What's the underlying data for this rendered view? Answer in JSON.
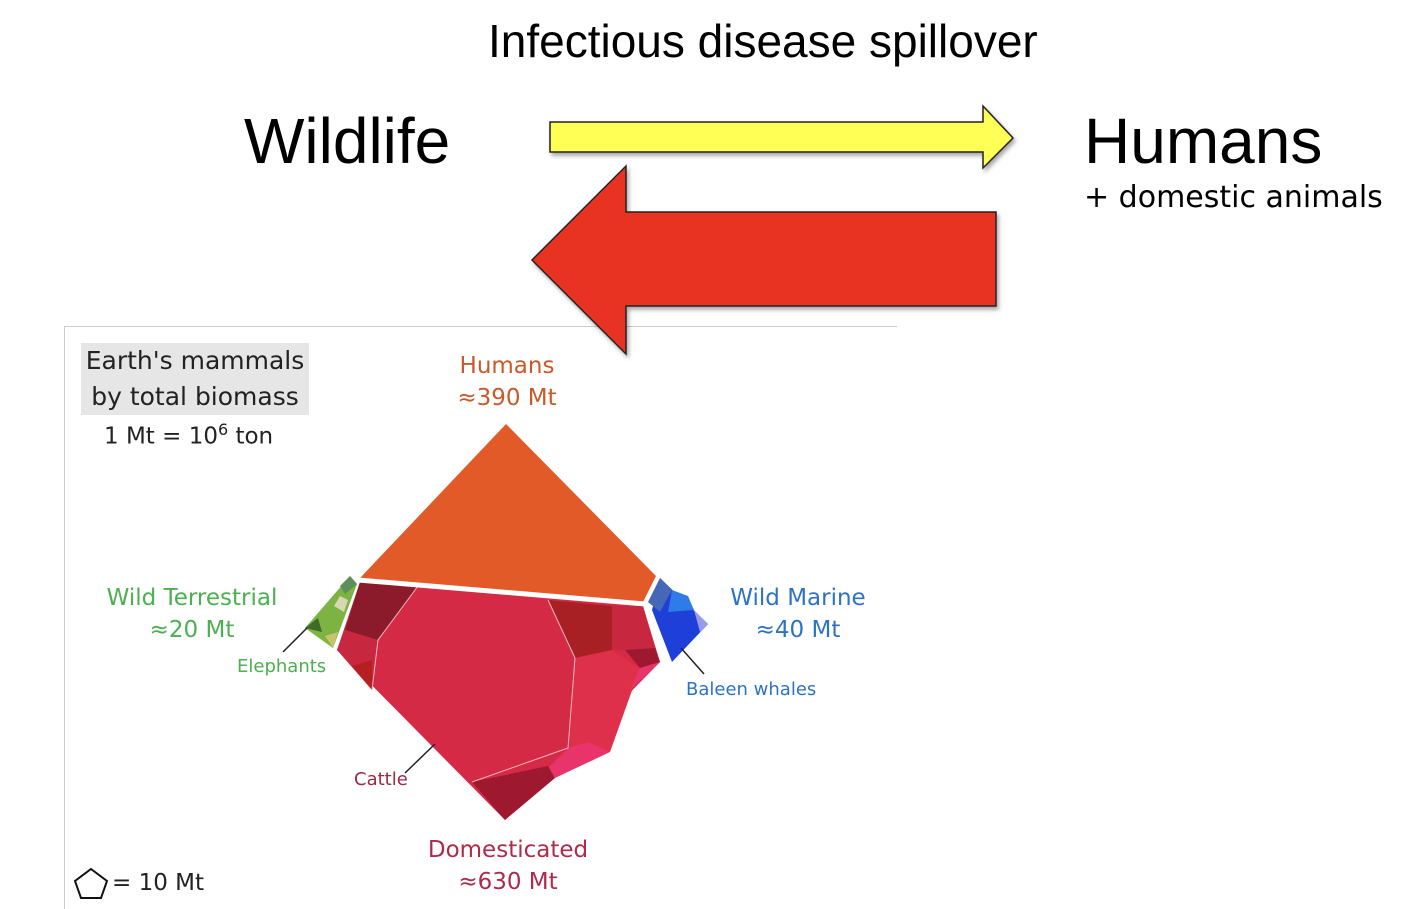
{
  "header": {
    "title": "Infectious disease spillover",
    "left_label": "Wildlife",
    "right_label": "Humans",
    "right_sublabel": "+ domestic animals"
  },
  "arrows": [
    {
      "direction": "right",
      "from": "Wildlife",
      "to": "Humans",
      "color": "#FFFF55",
      "size": "thin"
    },
    {
      "direction": "left",
      "from": "Humans",
      "to": "Wildlife",
      "color": "#E83324",
      "size": "thick"
    }
  ],
  "figure": {
    "title_line1": "Earth's mammals",
    "title_line2": "by total biomass",
    "unit_prefix": "1 Mt = 10",
    "unit_exp": "6",
    "unit_suffix": " ton",
    "scale_label": "= 10 Mt",
    "groups": {
      "humans": {
        "name": "Humans",
        "value": "≈390 Mt",
        "color": "#E35A29"
      },
      "wild_terrestrial": {
        "name": "Wild Terrestrial",
        "value": "≈20 Mt",
        "color": "#7CB342"
      },
      "wild_marine": {
        "name": "Wild Marine",
        "value": "≈40 Mt",
        "color": "#1E40D8"
      },
      "domesticated": {
        "name": "Domesticated",
        "value": "≈630 Mt",
        "color": "#D42A45"
      }
    },
    "callouts": {
      "elephants": "Elephants",
      "baleen_whales": "Baleen whales",
      "cattle": "Cattle"
    }
  },
  "chart_data": {
    "type": "voronoi-treemap",
    "title": "Earth's mammals by total biomass",
    "unit": "Mt (1 Mt = 10^6 ton)",
    "categories": [
      "Humans",
      "Domesticated",
      "Wild Marine",
      "Wild Terrestrial"
    ],
    "values": [
      390,
      630,
      40,
      20
    ],
    "annotations": [
      "Elephants",
      "Baleen whales",
      "Cattle",
      "pentagon = 10 Mt"
    ]
  }
}
